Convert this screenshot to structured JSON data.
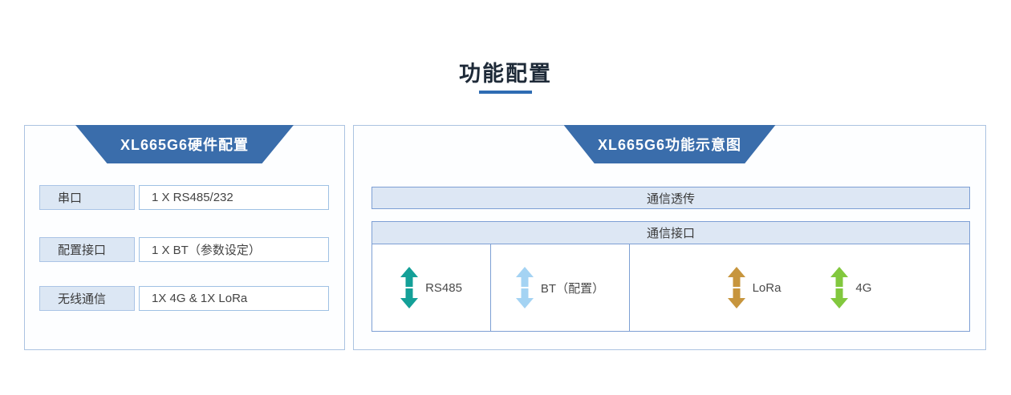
{
  "page": {
    "title": "功能配置"
  },
  "colors": {
    "title_underline": "#2e6cb3",
    "panel_header_blue": "#3a6dab",
    "panel_border": "#abc3e1",
    "table_border": "#7d9fd4",
    "light_fill": "#dde7f4",
    "arrow_teal": "#14a098",
    "arrow_light_blue": "#a4d3f3",
    "arrow_gold": "#c7953d",
    "arrow_green": "#82c83e"
  },
  "left_panel": {
    "title": "XL665G6硬件配置",
    "rows": [
      {
        "label": "串口",
        "value": "1 X RS485/232"
      },
      {
        "label": "配置接口",
        "value": "1 X BT（参数设定）"
      },
      {
        "label": "无线通信",
        "value": "1X 4G & 1X LoRa"
      }
    ]
  },
  "right_panel": {
    "title": "XL665G6功能示意图",
    "passthrough_bar": "通信透传",
    "interface_table": {
      "header": "通信接口",
      "cells": [
        {
          "label": "RS485",
          "arrow_color": "#14a098"
        },
        {
          "label": "BT（配置）",
          "arrow_color": "#a4d3f3"
        },
        {
          "label": "LoRa",
          "arrow_color": "#c7953d"
        },
        {
          "label": "4G",
          "arrow_color": "#82c83e"
        }
      ]
    }
  }
}
